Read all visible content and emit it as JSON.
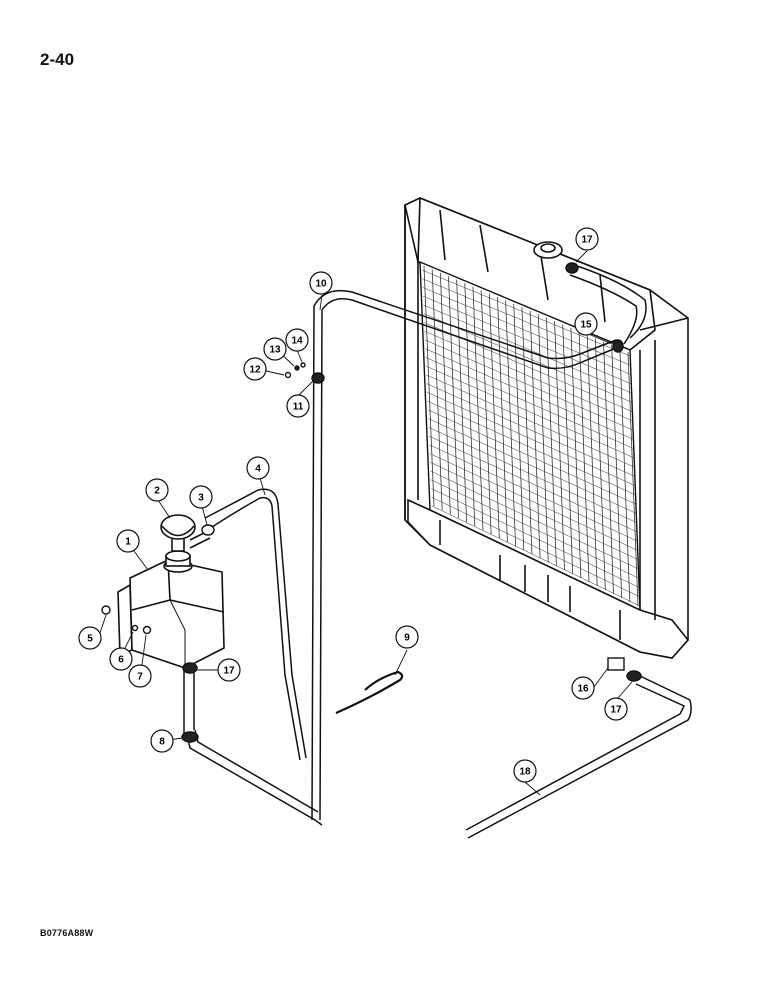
{
  "page": {
    "number": "2-40",
    "figure_code": "B0776A88W"
  },
  "callouts": [
    {
      "label": "1"
    },
    {
      "label": "2"
    },
    {
      "label": "3"
    },
    {
      "label": "4"
    },
    {
      "label": "5"
    },
    {
      "label": "6"
    },
    {
      "label": "7"
    },
    {
      "label": "8"
    },
    {
      "label": "9"
    },
    {
      "label": "10"
    },
    {
      "label": "11"
    },
    {
      "label": "12"
    },
    {
      "label": "13"
    },
    {
      "label": "14"
    },
    {
      "label": "15"
    },
    {
      "label": "16"
    },
    {
      "label": "17"
    },
    {
      "label": "17"
    },
    {
      "label": "17"
    },
    {
      "label": "18"
    }
  ]
}
